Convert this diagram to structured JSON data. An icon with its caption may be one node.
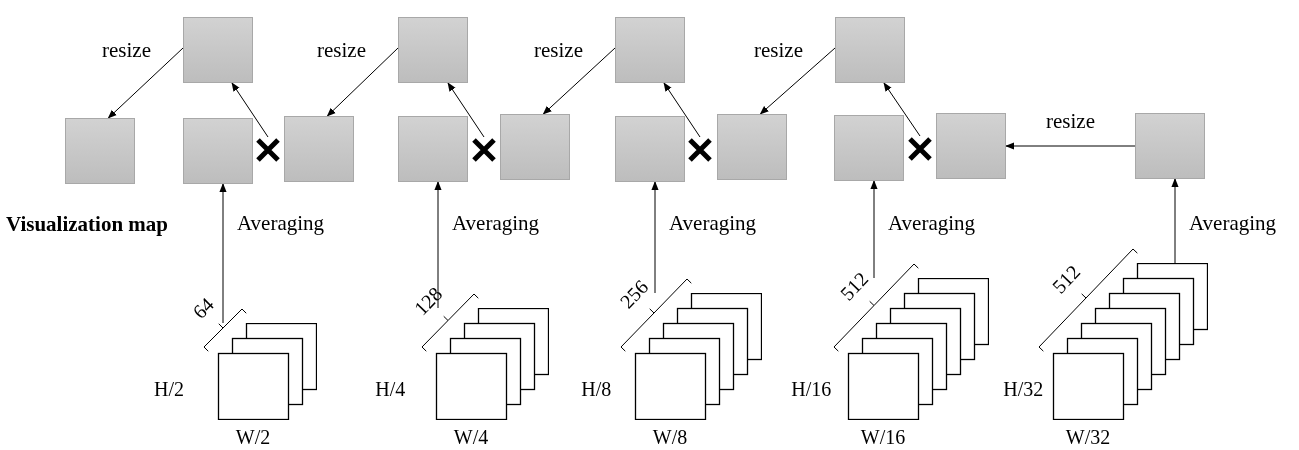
{
  "diagram": {
    "nodes": [
      {
        "text": [],
        "shape": "box"
      },
      {
        "text": [],
        "shape": "box"
      },
      {
        "text": [],
        "shape": "box"
      },
      {
        "text": [],
        "shape": "box"
      },
      {
        "text": [],
        "shape": "box"
      },
      {
        "text": [],
        "shape": "box"
      },
      {
        "text": [],
        "shape": "cross"
      },
      {
        "text": [],
        "shape": "box"
      },
      {
        "text": [],
        "shape": "box"
      },
      {
        "text": [],
        "shape": "cross"
      },
      {
        "text": [],
        "shape": "box"
      },
      {
        "text": [],
        "shape": "box"
      },
      {
        "text": [],
        "shape": "cross"
      },
      {
        "text": [],
        "shape": "box"
      },
      {
        "text": [],
        "shape": "box"
      },
      {
        "text": [],
        "shape": "cross"
      },
      {
        "text": [],
        "shape": "box"
      },
      {
        "text": [],
        "shape": "box"
      },
      {
        "text": [
          "64"
        ],
        "beside": [
          "H/2",
          "W/2"
        ]
      },
      {
        "text": [
          "128"
        ],
        "beside": [
          "H/4",
          "W/4"
        ]
      },
      {
        "text": [
          "256"
        ],
        "beside": [
          "H/8",
          "W/8"
        ]
      },
      {
        "text": [
          "512"
        ],
        "beside": [
          "H/16",
          "W/16"
        ]
      },
      {
        "text": [
          "512"
        ],
        "beside": [
          "H/32",
          "W/32"
        ]
      }
    ],
    "edges": [
      {
        "from": 18,
        "to": 5,
        "arrow": "to",
        "label": "Averaging"
      },
      {
        "from": 19,
        "to": 8,
        "arrow": "to",
        "label": "Averaging"
      },
      {
        "from": 20,
        "to": 11,
        "arrow": "to",
        "label": "Averaging"
      },
      {
        "from": 21,
        "to": 14,
        "arrow": "to",
        "label": "Averaging"
      },
      {
        "from": 22,
        "to": 17,
        "arrow": "to",
        "label": "Averaging"
      },
      {
        "from": 17,
        "to": 16,
        "arrow": "to",
        "label": "resize"
      },
      {
        "from": 6,
        "to": 0,
        "arrow": "to"
      },
      {
        "from": 9,
        "to": 1,
        "arrow": "to"
      },
      {
        "from": 12,
        "to": 2,
        "arrow": "to"
      },
      {
        "from": 15,
        "to": 3,
        "arrow": "to"
      },
      {
        "from": 0,
        "to": 4,
        "arrow": "to",
        "label": "resize"
      },
      {
        "from": 1,
        "to": 7,
        "arrow": "to",
        "label": "resize"
      },
      {
        "from": 2,
        "to": 10,
        "arrow": "to",
        "label": "resize"
      },
      {
        "from": 3,
        "to": 13,
        "arrow": "to",
        "label": "resize"
      }
    ],
    "labels": [
      "Visualization map"
    ]
  }
}
